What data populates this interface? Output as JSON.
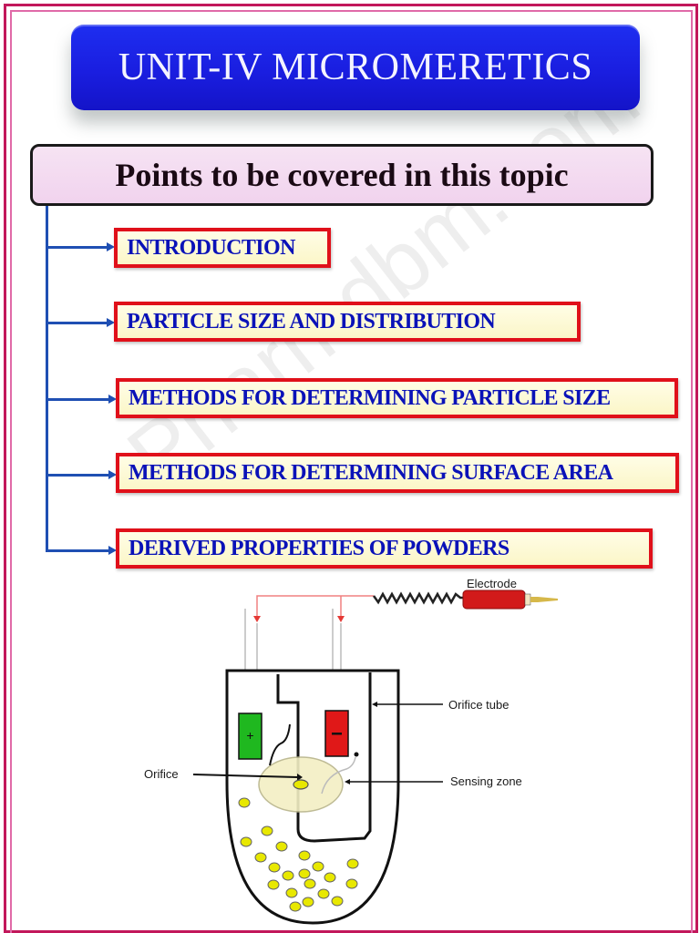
{
  "slide": {
    "title": "UNIT-IV MICROMERETICS",
    "subtitle": "Points to be covered in this topic",
    "topics": [
      {
        "label": "INTRODUCTION"
      },
      {
        "label": "PARTICLE SIZE AND DISTRIBUTION"
      },
      {
        "label": "METHODS FOR DETERMINING PARTICLE SIZE"
      },
      {
        "label": "METHODS FOR DETERMINING SURFACE AREA"
      },
      {
        "label": "DERIVED PROPERTIES OF POWDERS"
      }
    ],
    "watermark": "Pharmdbm.com"
  },
  "diagram": {
    "labels": {
      "electrode": "Electrode",
      "orifice_tube": "Orifice tube",
      "orifice": "Orifice",
      "sensing_zone": "Sensing zone"
    },
    "electrode_signs": {
      "positive": "+",
      "negative": "−"
    },
    "colors": {
      "positive_electrode": "#1fb81f",
      "negative_electrode": "#e01818",
      "particles": "#e8e800",
      "sensing_zone": "#f3efc4",
      "wire": "#e53935",
      "electrode_probe": "#d21a1a"
    }
  },
  "colors": {
    "title_bg": "#1a1ee0",
    "title_text": "#f4f4ff",
    "subtitle_bg": "#f3d9f0",
    "topic_border": "#e0101a",
    "topic_bg": "#fcf8d2",
    "topic_text": "#0a12b8",
    "tree_line": "#1f4fb3",
    "frame": "#c2185b"
  }
}
